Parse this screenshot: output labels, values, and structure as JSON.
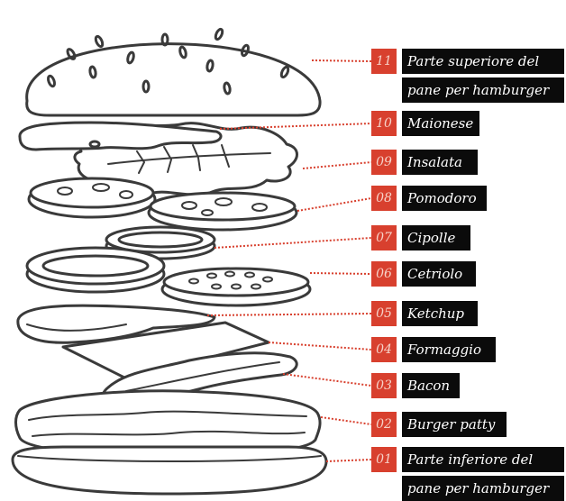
{
  "colors": {
    "accent": "#d8402e",
    "label_bg": "#0b0b0b",
    "outline": "#3a3a3a"
  },
  "callouts": [
    {
      "number": "11",
      "lines": [
        "Parte superiore del",
        "pane per hamburger"
      ]
    },
    {
      "number": "10",
      "lines": [
        "Maionese"
      ]
    },
    {
      "number": "09",
      "lines": [
        "Insalata"
      ]
    },
    {
      "number": "08",
      "lines": [
        "Pomodoro"
      ]
    },
    {
      "number": "07",
      "lines": [
        "Cipolle"
      ]
    },
    {
      "number": "06",
      "lines": [
        "Cetriolo"
      ]
    },
    {
      "number": "05",
      "lines": [
        "Ketchup"
      ]
    },
    {
      "number": "04",
      "lines": [
        "Formaggio"
      ]
    },
    {
      "number": "03",
      "lines": [
        "Bacon"
      ]
    },
    {
      "number": "02",
      "lines": [
        "Burger patty"
      ]
    },
    {
      "number": "01",
      "lines": [
        "Parte inferiore del",
        "pane per hamburger"
      ]
    }
  ]
}
